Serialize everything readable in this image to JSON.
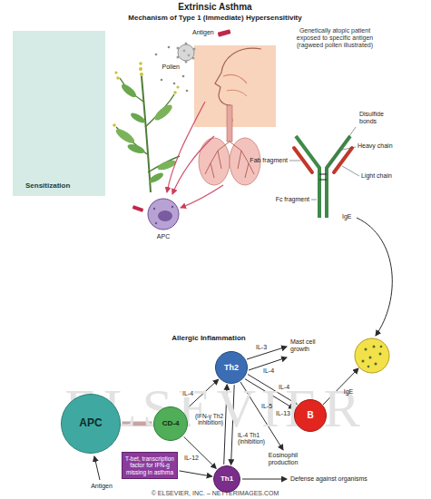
{
  "diagram": {
    "title": "Extrinsic Asthma",
    "nodes": [
      {
        "text": [
          "APC"
        ]
      },
      {
        "text": [
          "CD-4"
        ]
      },
      {
        "text": [
          "Th2"
        ]
      },
      {
        "text": [
          "Th1"
        ]
      },
      {
        "text": [
          "B"
        ]
      },
      {
        "text": [
          "T-bet, transcription factor for IFN-g missing in asthma"
        ]
      }
    ],
    "edges": [
      {
        "from": 0,
        "to": 1,
        "arrow": "none"
      },
      {
        "from": 1,
        "to": 2,
        "label": "IL-4",
        "arrow": "to"
      },
      {
        "from": 1,
        "to": 3,
        "label": "IL-12",
        "arrow": "to"
      },
      {
        "from": 3,
        "to": 2,
        "label": "(IFN-γ Th2 inhibition)",
        "arrow": "to"
      },
      {
        "from": 2,
        "to": 3,
        "label": "IL-4 Th1 (inhibition)",
        "arrow": "to"
      },
      {
        "from": 2,
        "to": 4,
        "label": "IL-4",
        "arrow": "to"
      },
      {
        "from": 2,
        "to": 4,
        "label": "IL-13",
        "arrow": "to"
      },
      {
        "from": 5,
        "to": 3,
        "arrow": "to"
      }
    ],
    "labels": [
      "Mechanism of Type 1 (Immediate) Hypersensitivity",
      "Genetically atopic patient exposed to specific antigen (ragweed pollen illustrated)",
      "Antigen",
      "Pollen",
      "Sensitization",
      "APC",
      "Disulfide bonds",
      "Heavy chain",
      "Fc fragment",
      "Fab fragment",
      "Light chain",
      "IgE",
      "Allergic Inflammation",
      "IL-3",
      "Mast cell growth",
      "IL-4",
      "IL-5",
      "Eosinophil production",
      "IgE",
      "Antigen",
      "Defense against organisms",
      "ELSEVIER",
      "© ELSEVIER, INC. – NETTERIMAGES.COM"
    ]
  }
}
